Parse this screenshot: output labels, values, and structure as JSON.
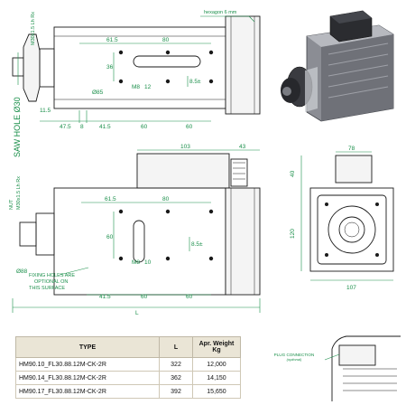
{
  "labels": {
    "hexagon": "hexagon 6 mm",
    "saw_hole": "SAW HOLE Ø30",
    "thread_top": "M30x1.5 Lh Rx",
    "thread_mid": "M30x1.5 Lh Rx",
    "nut": "NUT",
    "d85_a": "Ø85",
    "d85_b": "Ø88",
    "m8_a": "M8",
    "m8_b": "M8",
    "depth_a": "12",
    "depth_b": "10",
    "fixing_1": "FIXING HOLES ARE",
    "fixing_2": "OPTIONAL ON",
    "fixing_3": "THIS SURFACE",
    "overall_length": "L",
    "plug_connection": "PLUG CONNECTION",
    "optional": "(optional)"
  },
  "dims_top": {
    "d61_5": "61.5",
    "d80": "80",
    "d36": "36",
    "d8_5": "8.5±",
    "d47_5": "47.5",
    "d41_5": "41.5",
    "d60a": "60",
    "d60b": "60",
    "d8": "8",
    "d11_5": "11.5"
  },
  "dims_mid": {
    "d103": "103",
    "d43": "43",
    "d61_5": "61.5",
    "d80": "80",
    "d60v": "60",
    "d8_5": "8.5±",
    "d41_5": "41.5",
    "d60a": "60",
    "d60b": "60"
  },
  "dims_end": {
    "d78": "78",
    "d40": "40",
    "d120": "120",
    "d107": "107"
  },
  "table": {
    "headers": {
      "type": "TYPE",
      "l": "L",
      "weight_1": "Apr. Weight",
      "weight_2": "Kg"
    },
    "rows": [
      {
        "type": "HM90.10_FL30.88.12M-CK-2R",
        "l": "322",
        "weight": "12,000"
      },
      {
        "type": "HM90.14_FL30.88.12M-CK-2R",
        "l": "362",
        "weight": "14,150"
      },
      {
        "type": "HM90.17_FL30.88.12M-CK-2R",
        "l": "392",
        "weight": "15,650"
      }
    ]
  }
}
